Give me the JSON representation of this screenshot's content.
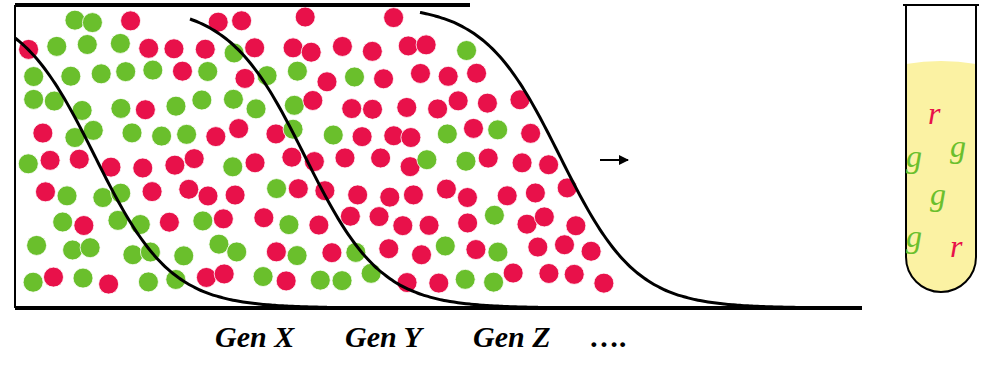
{
  "diagram": {
    "nodes": [
      {
        "text": [
          "r",
          "g",
          "g",
          "g",
          "g",
          "r"
        ]
      }
    ],
    "labels": [
      "Gen X",
      "Gen Y",
      "Gen Z",
      "…."
    ]
  }
}
